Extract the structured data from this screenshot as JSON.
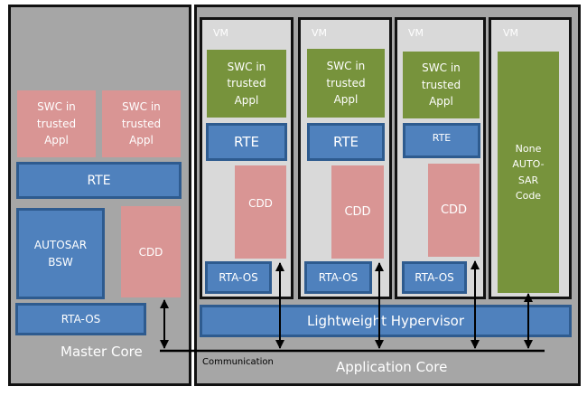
{
  "master_core": {
    "label": "Master Core",
    "swc_1": "SWC in\ntrusted\nAppl",
    "swc_2": "SWC in\ntrusted\nAppl",
    "rte": "RTE",
    "bsw": "AUTOSAR\nBSW",
    "cdd": "CDD",
    "os": "RTA-OS"
  },
  "application_core": {
    "label": "Application Core",
    "hypervisor": "Lightweight Hypervisor",
    "communication_label": "Communication",
    "vms": [
      {
        "label": "VM",
        "swc": "SWC in\ntrusted\nAppl",
        "rte": "RTE",
        "cdd": "CDD",
        "os": "RTA-OS"
      },
      {
        "label": "VM",
        "swc": "SWC in\ntrusted\nAppl",
        "rte": "RTE",
        "cdd": "CDD",
        "os": "RTA-OS"
      },
      {
        "label": "VM",
        "swc": "SWC in\ntrusted\nAppl",
        "rte": "RTE",
        "cdd": "CDD",
        "os": "RTA-OS"
      },
      {
        "label": "VM",
        "code": "None\nAUTO-\nSAR\nCode"
      }
    ]
  },
  "colors": {
    "core_bg": "#a6a6a6",
    "vm_bg": "#d9d9d9",
    "blue": "#4f81bd",
    "pink": "#d99594",
    "green": "#77933c"
  }
}
